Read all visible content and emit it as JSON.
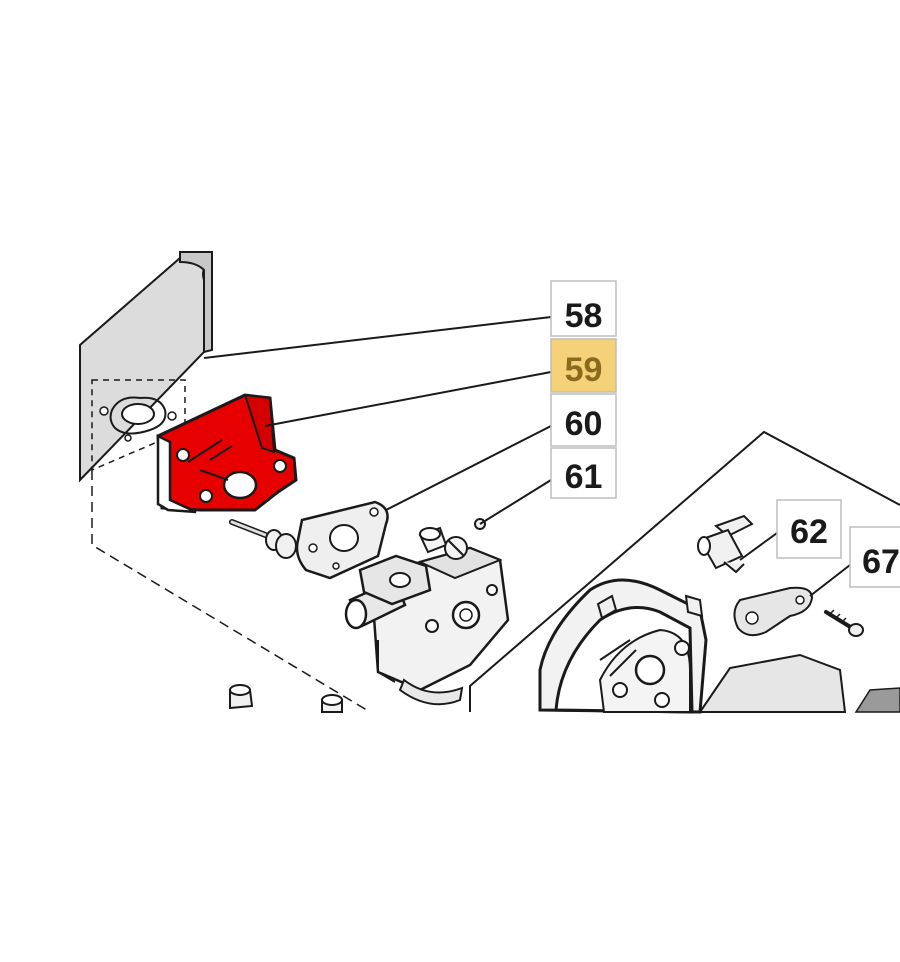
{
  "diagram": {
    "highlight_color": "#e60000",
    "highlight_label_bg": "#f5d27a",
    "highlight_label_text": "#8a6a1e",
    "line_color": "#1a1a1a",
    "part_fill": "#f2f2f2",
    "callouts": [
      {
        "id": "58",
        "label": "58",
        "highlighted": false
      },
      {
        "id": "59",
        "label": "59",
        "highlighted": true
      },
      {
        "id": "60",
        "label": "60",
        "highlighted": false
      },
      {
        "id": "61",
        "label": "61",
        "highlighted": false
      },
      {
        "id": "62",
        "label": "62",
        "highlighted": false
      },
      {
        "id": "67",
        "label": "67",
        "highlighted": false
      }
    ],
    "parts": [
      {
        "id": "heat-shield",
        "icon": "heat-shield-plate"
      },
      {
        "id": "insulator-flange",
        "icon": "insulator-flange-highlighted"
      },
      {
        "id": "gasket",
        "icon": "gasket"
      },
      {
        "id": "screw",
        "icon": "screw"
      },
      {
        "id": "carburetor",
        "icon": "carburetor"
      },
      {
        "id": "choke-lever",
        "icon": "choke-lever"
      },
      {
        "id": "plate",
        "icon": "plate"
      },
      {
        "id": "self-tapping-screw",
        "icon": "self-tapping-screw"
      },
      {
        "id": "air-filter-housing",
        "icon": "air-filter-housing"
      }
    ]
  }
}
